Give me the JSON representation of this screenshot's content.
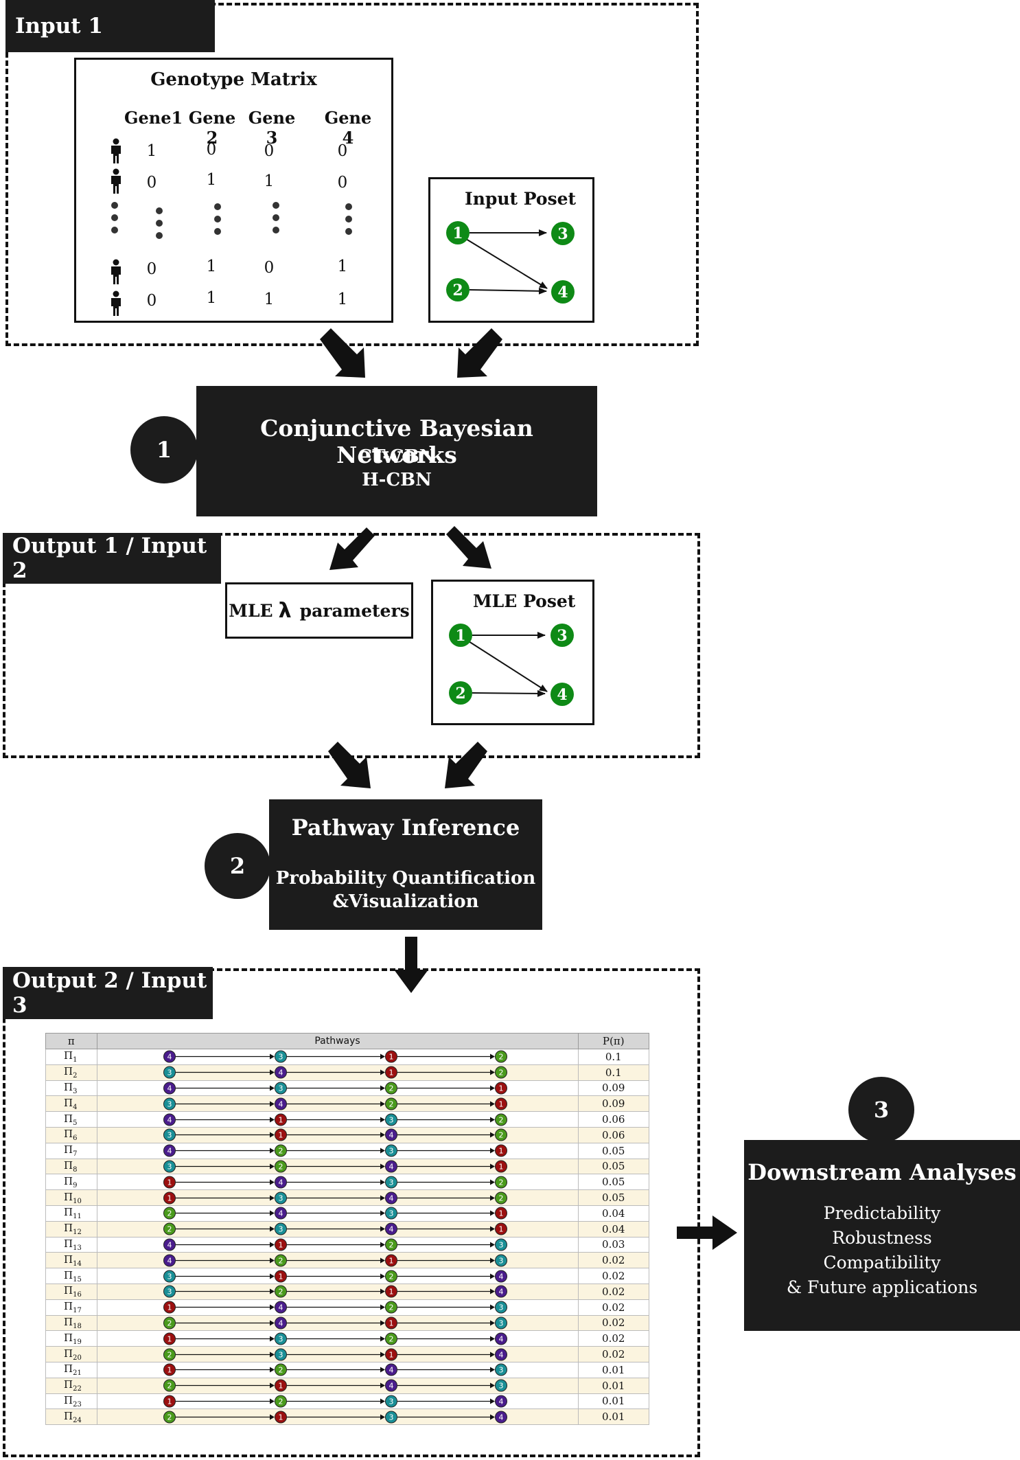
{
  "section1": {
    "tag": "Input 1",
    "genotype": {
      "title": "Genotype Matrix",
      "headers": [
        "Gene1",
        "Gene 2",
        "Gene 3",
        "Gene 4"
      ],
      "rows_top": [
        [
          "1",
          "0",
          "0",
          "0"
        ],
        [
          "0",
          "1",
          "1",
          "0"
        ]
      ],
      "rows_bottom": [
        [
          "0",
          "1",
          "0",
          "1"
        ],
        [
          "0",
          "1",
          "1",
          "1"
        ]
      ]
    },
    "poset": {
      "title": "Input Poset",
      "nodes": [
        "1",
        "2",
        "3",
        "4"
      ]
    }
  },
  "step1": {
    "number": "1",
    "title": "Conjunctive Bayesian Networks",
    "line1": "CT-CBN",
    "line2": "H-CBN"
  },
  "section2": {
    "tag": "Output 1 / Input 2",
    "mle_params": {
      "prefix": "MLE",
      "symbol": "λ",
      "suffix": "parameters"
    },
    "poset": {
      "title": "MLE Poset",
      "nodes": [
        "1",
        "2",
        "3",
        "4"
      ]
    }
  },
  "step2": {
    "number": "2",
    "title": "Pathway Inference",
    "line1": "Probability Quantification",
    "line2": "&Visualization"
  },
  "section3": {
    "tag": "Output 2 / Input 3",
    "table": {
      "headers": [
        "π",
        "Pathways",
        "P(π)"
      ],
      "rows": [
        {
          "name": "Π",
          "sub": "1",
          "path": [
            4,
            3,
            1,
            2
          ],
          "p": "0.1"
        },
        {
          "name": "Π",
          "sub": "2",
          "path": [
            3,
            4,
            1,
            2
          ],
          "p": "0.1"
        },
        {
          "name": "Π",
          "sub": "3",
          "path": [
            4,
            3,
            2,
            1
          ],
          "p": "0.09"
        },
        {
          "name": "Π",
          "sub": "4",
          "path": [
            3,
            4,
            2,
            1
          ],
          "p": "0.09"
        },
        {
          "name": "Π",
          "sub": "5",
          "path": [
            4,
            1,
            3,
            2
          ],
          "p": "0.06"
        },
        {
          "name": "Π",
          "sub": "6",
          "path": [
            3,
            1,
            4,
            2
          ],
          "p": "0.06"
        },
        {
          "name": "Π",
          "sub": "7",
          "path": [
            4,
            2,
            3,
            1
          ],
          "p": "0.05"
        },
        {
          "name": "Π",
          "sub": "8",
          "path": [
            3,
            2,
            4,
            1
          ],
          "p": "0.05"
        },
        {
          "name": "Π",
          "sub": "9",
          "path": [
            1,
            4,
            3,
            2
          ],
          "p": "0.05"
        },
        {
          "name": "Π",
          "sub": "10",
          "path": [
            1,
            3,
            4,
            2
          ],
          "p": "0.05"
        },
        {
          "name": "Π",
          "sub": "11",
          "path": [
            2,
            4,
            3,
            1
          ],
          "p": "0.04"
        },
        {
          "name": "Π",
          "sub": "12",
          "path": [
            2,
            3,
            4,
            1
          ],
          "p": "0.04"
        },
        {
          "name": "Π",
          "sub": "13",
          "path": [
            4,
            1,
            2,
            3
          ],
          "p": "0.03"
        },
        {
          "name": "Π",
          "sub": "14",
          "path": [
            4,
            2,
            1,
            3
          ],
          "p": "0.02"
        },
        {
          "name": "Π",
          "sub": "15",
          "path": [
            3,
            1,
            2,
            4
          ],
          "p": "0.02"
        },
        {
          "name": "Π",
          "sub": "16",
          "path": [
            3,
            2,
            1,
            4
          ],
          "p": "0.02"
        },
        {
          "name": "Π",
          "sub": "17",
          "path": [
            1,
            4,
            2,
            3
          ],
          "p": "0.02"
        },
        {
          "name": "Π",
          "sub": "18",
          "path": [
            2,
            4,
            1,
            3
          ],
          "p": "0.02"
        },
        {
          "name": "Π",
          "sub": "19",
          "path": [
            1,
            3,
            2,
            4
          ],
          "p": "0.02"
        },
        {
          "name": "Π",
          "sub": "20",
          "path": [
            2,
            3,
            1,
            4
          ],
          "p": "0.02"
        },
        {
          "name": "Π",
          "sub": "21",
          "path": [
            1,
            2,
            4,
            3
          ],
          "p": "0.01"
        },
        {
          "name": "Π",
          "sub": "22",
          "path": [
            2,
            1,
            4,
            3
          ],
          "p": "0.01"
        },
        {
          "name": "Π",
          "sub": "23",
          "path": [
            1,
            2,
            3,
            4
          ],
          "p": "0.01"
        },
        {
          "name": "Π",
          "sub": "24",
          "path": [
            2,
            1,
            3,
            4
          ],
          "p": "0.01"
        }
      ]
    }
  },
  "step3": {
    "number": "3",
    "title": "Downstream Analyses",
    "items": [
      "Predictability",
      "Robustness",
      "Compatibility",
      "& Future applications"
    ]
  },
  "colors": {
    "node_green": "#0e8a16",
    "gene_1": "#9b1010",
    "gene_2": "#4a9a1c",
    "gene_3": "#1a8f96",
    "gene_4": "#4a1d8c",
    "dark": "#1c1c1c",
    "table_alt_row": "#fbf4df",
    "table_header": "#d6d6d6"
  }
}
